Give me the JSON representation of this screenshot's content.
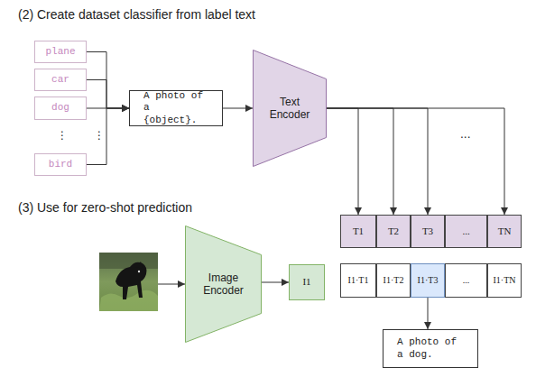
{
  "diagram": {
    "nodes": [
      {
        "text": [
          "plane"
        ]
      },
      {
        "text": [
          "car"
        ]
      },
      {
        "text": [
          "dog"
        ]
      },
      {
        "text": [
          "bird"
        ]
      },
      {
        "text": [
          "A photo of a {object}."
        ]
      },
      {
        "text": [
          "Text Encoder"
        ]
      },
      {
        "text": [
          "T1"
        ]
      },
      {
        "text": [
          "T2"
        ]
      },
      {
        "text": [
          "T3"
        ]
      },
      {
        "text": [
          "..."
        ]
      },
      {
        "text": [
          "TN"
        ]
      },
      {
        "text": [
          "Image Encoder"
        ]
      },
      {
        "text": [
          "I1"
        ]
      },
      {
        "text": [
          "I1·T1"
        ]
      },
      {
        "text": [
          "I1·T2"
        ]
      },
      {
        "text": [
          "I1·T3"
        ]
      },
      {
        "text": [
          "..."
        ]
      },
      {
        "text": [
          "I1·TN"
        ]
      },
      {
        "text": [
          "A photo of a dog."
        ]
      }
    ],
    "edges": [
      {
        "from": 0,
        "to": 4,
        "arrow": "to"
      },
      {
        "from": 1,
        "to": 4,
        "arrow": "to"
      },
      {
        "from": 2,
        "to": 4,
        "arrow": "to"
      },
      {
        "from": 3,
        "to": 4,
        "arrow": "to"
      },
      {
        "from": 4,
        "to": 5,
        "arrow": "to"
      },
      {
        "from": 5,
        "to": 6,
        "arrow": "to"
      },
      {
        "from": 5,
        "to": 7,
        "arrow": "to"
      },
      {
        "from": 5,
        "to": 8,
        "arrow": "to"
      },
      {
        "from": 5,
        "to": 10,
        "arrow": "to"
      },
      {
        "from": 11,
        "to": 12,
        "arrow": "to"
      },
      {
        "from": 15,
        "to": 18,
        "arrow": "to"
      }
    ],
    "labels": [
      "(2) Create dataset classifier from label text",
      "⋮",
      "⋮",
      "...",
      "(3) Use for zero-shot prediction"
    ]
  }
}
